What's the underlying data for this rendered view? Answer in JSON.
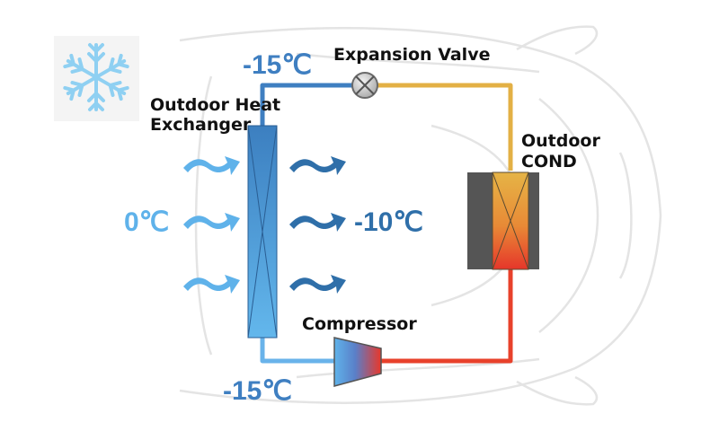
{
  "labels": {
    "expansion_valve": "Expansion Valve",
    "heat_exchanger_line1": "Outdoor Heat",
    "heat_exchanger_line2": "Exchanger",
    "cond_line1": "Outdoor",
    "cond_line2": "COND",
    "compressor": "Compressor"
  },
  "temperatures": {
    "top_pipe": "-15℃",
    "inlet_air": "0℃",
    "outlet_air": "-10℃",
    "bottom_pipe": "-15℃"
  },
  "icons": {
    "badge": "snowflake-icon",
    "flow": "air-flow-arrow-icon",
    "valve": "expansion-valve-icon"
  },
  "colors": {
    "cold_pipe": "#3f7fc1",
    "cool_pipe": "#69b3ea",
    "warm_pipe": "#e3b045",
    "hot_pipe": "#e8412b",
    "inlet_air": "#5fb2ea",
    "outlet_air": "#2f6fa9",
    "snowflake": "#8fd0f2"
  }
}
